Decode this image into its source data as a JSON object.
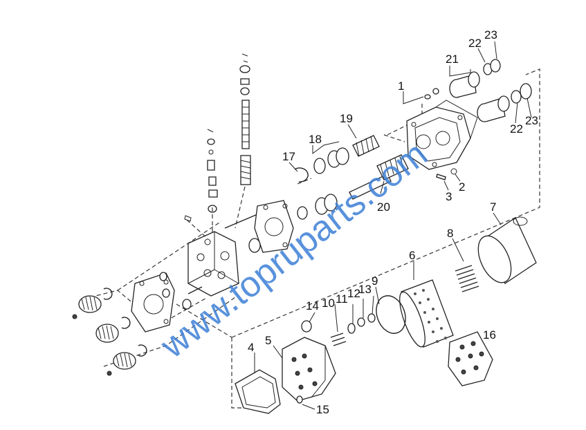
{
  "watermark": "www.topruparts.com",
  "callouts": [
    {
      "id": "c1",
      "text": "1"
    },
    {
      "id": "c2",
      "text": "2"
    },
    {
      "id": "c3",
      "text": "3"
    },
    {
      "id": "c4",
      "text": "4"
    },
    {
      "id": "c5",
      "text": "5"
    },
    {
      "id": "c6",
      "text": "6"
    },
    {
      "id": "c7",
      "text": "7"
    },
    {
      "id": "c8",
      "text": "8"
    },
    {
      "id": "c9",
      "text": "9"
    },
    {
      "id": "c10",
      "text": "10"
    },
    {
      "id": "c11",
      "text": "11"
    },
    {
      "id": "c12",
      "text": "12"
    },
    {
      "id": "c13",
      "text": "13"
    },
    {
      "id": "c14",
      "text": "14"
    },
    {
      "id": "c15",
      "text": "15"
    },
    {
      "id": "c16",
      "text": "16"
    },
    {
      "id": "c17",
      "text": "17"
    },
    {
      "id": "c18",
      "text": "18"
    },
    {
      "id": "c19",
      "text": "19"
    },
    {
      "id": "c20",
      "text": "20"
    },
    {
      "id": "c21",
      "text": "21"
    },
    {
      "id": "c22a",
      "text": "22"
    },
    {
      "id": "c23a",
      "text": "23"
    },
    {
      "id": "c22b",
      "text": "22"
    },
    {
      "id": "c23b",
      "text": "23"
    }
  ]
}
